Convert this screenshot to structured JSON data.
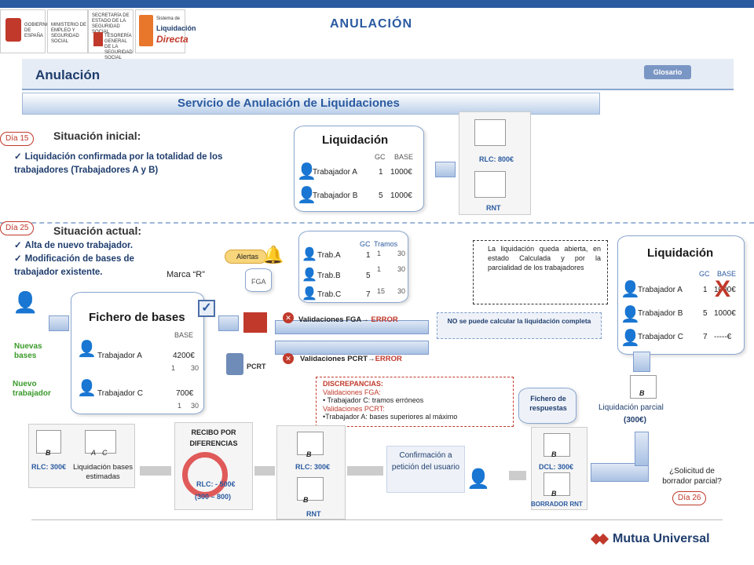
{
  "header": {
    "logo1": "GOBIERNO DE ESPAÑA",
    "logo2": "MINISTERIO DE EMPLEO Y SEGURIDAD SOCIAL",
    "logo3": "SECRETARÍA DE ESTADO DE LA SEGURIDAD SOCIAL",
    "logo4": "TESORERÍA GENERAL DE LA SEGURIDAD SOCIAL",
    "logo5_small": "Sistema de",
    "logo5_a": "Liquidación",
    "logo5_b": "Directa",
    "title": "ANULACIÓN"
  },
  "section": {
    "title": "Anulación",
    "glosario": "Glosario",
    "banner": "Servicio de Anulación de Liquidaciones"
  },
  "initial": {
    "dia": "Día 15",
    "heading": "Situación inicial:",
    "bullet": "Liquidación confirmada por la totalidad de los trabajadores (Trabajadores A y B)",
    "cylinder_title": "Liquidación",
    "col_gc": "GC",
    "col_base": "BASE",
    "rows": [
      {
        "name": "Trabajador A",
        "gc": "1",
        "base": "1000€"
      },
      {
        "name": "Trabajador B",
        "gc": "5",
        "base": "1000€"
      }
    ],
    "rlc": "RLC: 800€",
    "rnt": "RNT"
  },
  "current": {
    "dia": "Día 25",
    "heading": "Situación actual:",
    "bullets": [
      "Alta de nuevo trabajador.",
      "Modificación de bases de trabajador existente."
    ],
    "marca": "Marca “R”",
    "alertas": "Alertas",
    "fga": "FGA",
    "pcrt": "PCRT",
    "fichero_title": "Fichero de bases",
    "fichero_col": "BASE",
    "fichero_rows": [
      {
        "name": "Trabajador A",
        "base": "4200€",
        "t1": "1",
        "t2": "30"
      },
      {
        "name": "Trabajador C",
        "base": "700€",
        "t1": "1",
        "t2": "30"
      }
    ],
    "nuevas_bases": "Nuevas bases",
    "nuevo_trabajador": "Nuevo trabajador",
    "trab_table": {
      "col_gc": "GC",
      "col_tramos": "Tramos",
      "rows": [
        {
          "name": "Trab.A",
          "gc": "1",
          "t1": "1",
          "t2": "30"
        },
        {
          "name": "Trab.B",
          "gc": "5",
          "t1": "1",
          "t2": "30"
        },
        {
          "name": "Trab.C",
          "gc": "7",
          "t1": "15",
          "t2": "30"
        }
      ]
    },
    "val_fga": "Validaciones FGA",
    "val_fga_error": "ERROR",
    "val_pcrt": "Validaciones PCRT",
    "val_pcrt_error": "ERROR",
    "no_calc": "NO se puede calcular la liquidación completa",
    "note": "La liquidación queda abierta, en estado Calculada y por la parcialidad de los trabajadores",
    "liq_title": "Liquidación",
    "liq_col_gc": "GC",
    "liq_col_base": "BASE",
    "liq_rows": [
      {
        "name": "Trabajador A",
        "gc": "1",
        "base": "1000€"
      },
      {
        "name": "Trabajador B",
        "gc": "5",
        "base": "1000€"
      },
      {
        "name": "Trabajador C",
        "gc": "7",
        "base": "-----€"
      }
    ],
    "x_mark": "X",
    "discrepancias": {
      "title": "DISCREPANCIAS:",
      "fga_h": "Validaciones FGA:",
      "fga_item": "Trabajador C: tramos erróneos",
      "pcrt_h": "Validaciones PCRT:",
      "pcrt_item": "Trabajador A: bases superiores al máximo"
    },
    "fichero_resp": "Fichero de respuestas",
    "liq_parcial": "Liquidación parcial",
    "liq_parcial_amt": "(300€)",
    "solicitud": "¿Solicitud de borrador parcial?",
    "dia26": "Día 26",
    "dcl": "DCL: 300€",
    "borrador_rnt": "BORRADOR RNT",
    "confirmacion": "Confirmación a petición del usuario",
    "mid_rlc": "RLC: 300€",
    "mid_rnt": "RNT",
    "recibo_title": "RECIBO POR DIFERENCIAS",
    "recibo_rlc": "RLC: - 500€",
    "recibo_range": "(300 – 800)",
    "left_rlc": "RLC: 300€",
    "left_liq": "Liquidación bases estimadas",
    "doc_b": "B",
    "doc_a": "A",
    "doc_c": "C"
  },
  "footer": {
    "brand": "Mutua Universal"
  },
  "colors": {
    "primary": "#2a5aa0",
    "error": "#c0392b",
    "green": "#3a9a2a"
  }
}
